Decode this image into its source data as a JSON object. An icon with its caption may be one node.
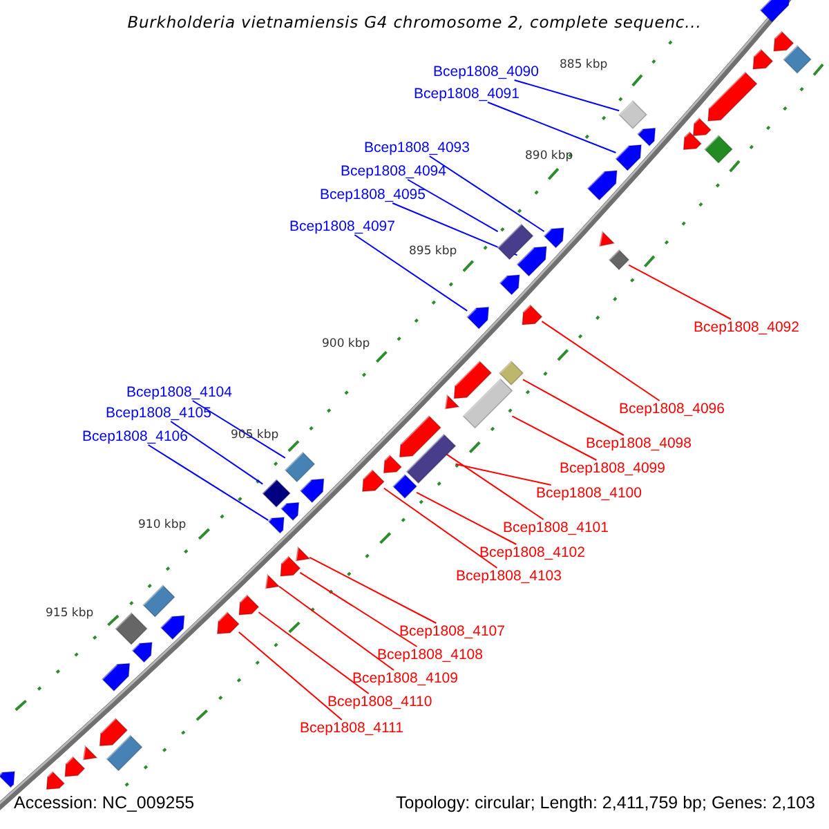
{
  "diagram": {
    "title": "Burkholderia vietnamiensis G4 chromosome 2, complete sequenc...",
    "nodes": [
      {
        "text": [
          "Bcep1808_4090"
        ]
      },
      {
        "text": [
          "Bcep1808_4091"
        ]
      },
      {
        "text": [
          "Bcep1808_4093"
        ]
      },
      {
        "text": [
          "Bcep1808_4094"
        ]
      },
      {
        "text": [
          "Bcep1808_4095"
        ]
      },
      {
        "text": [
          "Bcep1808_4097"
        ]
      },
      {
        "text": [
          "Bcep1808_4092"
        ]
      },
      {
        "text": [
          "Bcep1808_4096"
        ]
      },
      {
        "text": [
          "Bcep1808_4098"
        ]
      },
      {
        "text": [
          "Bcep1808_4099"
        ]
      },
      {
        "text": [
          "Bcep1808_4100"
        ]
      },
      {
        "text": [
          "Bcep1808_4101"
        ]
      },
      {
        "text": [
          "Bcep1808_4102"
        ]
      },
      {
        "text": [
          "Bcep1808_4103"
        ]
      },
      {
        "text": [
          "Bcep1808_4104"
        ]
      },
      {
        "text": [
          "Bcep1808_4105"
        ]
      },
      {
        "text": [
          "Bcep1808_4106"
        ]
      },
      {
        "text": [
          "Bcep1808_4107"
        ]
      },
      {
        "text": [
          "Bcep1808_4108"
        ]
      },
      {
        "text": [
          "Bcep1808_4109"
        ]
      },
      {
        "text": [
          "Bcep1808_4110"
        ]
      },
      {
        "text": [
          "Bcep1808_4111"
        ]
      },
      {
        "text": [],
        "shape": "pentagon"
      },
      {
        "text": [],
        "shape": "pentagon"
      },
      {
        "text": [],
        "shape": "diamond"
      },
      {
        "text": [],
        "shape": "pentagon"
      },
      {
        "text": [],
        "shape": "pentagon"
      },
      {
        "text": [],
        "shape": "diamond"
      },
      {
        "text": [],
        "shape": "pentagon"
      },
      {
        "text": [],
        "shape": "pentagon"
      },
      {
        "text": [],
        "shape": "pentagon"
      },
      {
        "text": [],
        "shape": "diamond"
      },
      {
        "text": [],
        "shape": "pentagon"
      },
      {
        "text": [],
        "shape": "pentagon"
      },
      {
        "text": [],
        "shape": "pentagon"
      },
      {
        "text": [],
        "shape": "bar"
      },
      {
        "text": [],
        "shape": "triangle"
      },
      {
        "text": [],
        "shape": "pentagon"
      },
      {
        "text": [],
        "shape": "diamond"
      },
      {
        "text": [],
        "shape": "pentagon"
      },
      {
        "text": [],
        "shape": "pentagon"
      },
      {
        "text": [],
        "shape": "pentagon"
      },
      {
        "text": [],
        "shape": "pentagon"
      },
      {
        "text": [],
        "shape": "diamond"
      },
      {
        "text": [],
        "shape": "bar"
      },
      {
        "text": [],
        "shape": "triangle"
      },
      {
        "text": [],
        "shape": "pentagon"
      },
      {
        "text": [],
        "shape": "bar"
      },
      {
        "text": [],
        "shape": "pentagon"
      },
      {
        "text": [],
        "shape": "bar"
      },
      {
        "text": [],
        "shape": "pentagon"
      },
      {
        "text": [],
        "shape": "diamond"
      },
      {
        "text": [],
        "shape": "pentagon"
      },
      {
        "text": [],
        "shape": "diamond"
      },
      {
        "text": [],
        "shape": "pentagon"
      },
      {
        "text": [],
        "shape": "pentagon"
      },
      {
        "text": [],
        "shape": "triangle"
      },
      {
        "text": [],
        "shape": "pentagon"
      },
      {
        "text": [],
        "shape": "triangle"
      },
      {
        "text": [],
        "shape": "pentagon"
      },
      {
        "text": [],
        "shape": "pentagon"
      },
      {
        "text": [],
        "shape": "bar"
      },
      {
        "text": [],
        "shape": "diamond"
      },
      {
        "text": [],
        "shape": "pentagon"
      },
      {
        "text": [],
        "shape": "pentagon"
      },
      {
        "text": [],
        "shape": "pentagon"
      },
      {
        "text": [],
        "shape": "pentagon"
      },
      {
        "text": [],
        "shape": "bar"
      },
      {
        "text": [],
        "shape": "triangle"
      },
      {
        "text": [],
        "shape": "pentagon"
      },
      {
        "text": [],
        "shape": "pentagon"
      },
      {
        "text": [],
        "shape": "pentagon"
      }
    ],
    "edges": [
      {
        "from": 0,
        "to": 27,
        "arrow": "none",
        "color": "#0000ff"
      },
      {
        "from": 1,
        "to": 32,
        "arrow": "none",
        "color": "#0000ff"
      },
      {
        "from": 2,
        "to": 34,
        "arrow": "none",
        "color": "#0000ff"
      },
      {
        "from": 3,
        "to": 35,
        "arrow": "none",
        "color": "#0000ff"
      },
      {
        "from": 4,
        "to": 37,
        "arrow": "none",
        "color": "#0000ff"
      },
      {
        "from": 5,
        "to": 40,
        "arrow": "none",
        "color": "#0000ff"
      },
      {
        "from": 6,
        "to": 38,
        "arrow": "none"
      },
      {
        "from": 7,
        "to": 41,
        "arrow": "none"
      },
      {
        "from": 8,
        "to": 43,
        "arrow": "none"
      },
      {
        "from": 9,
        "to": 44,
        "arrow": "none"
      },
      {
        "from": 10,
        "to": 47,
        "arrow": "none"
      },
      {
        "from": 11,
        "to": 46,
        "arrow": "none"
      },
      {
        "from": 12,
        "to": 51,
        "arrow": "none"
      },
      {
        "from": 13,
        "to": 50,
        "arrow": "none"
      },
      {
        "from": 14,
        "to": 49,
        "arrow": "none",
        "color": "#0000ff"
      },
      {
        "from": 15,
        "to": 53,
        "arrow": "none",
        "color": "#0000ff"
      },
      {
        "from": 16,
        "to": 55,
        "arrow": "none",
        "color": "#0000ff"
      },
      {
        "from": 17,
        "to": 56,
        "arrow": "none"
      },
      {
        "from": 18,
        "to": 57,
        "arrow": "none"
      },
      {
        "from": 19,
        "to": 58,
        "arrow": "none"
      },
      {
        "from": 20,
        "to": 59,
        "arrow": "none"
      },
      {
        "from": 21,
        "to": 60,
        "arrow": "none"
      }
    ],
    "labels": [
      "885 kbp",
      "890 kbp",
      "895 kbp",
      "900 kbp",
      "905 kbp",
      "910 kbp",
      "915 kbp",
      "Accession: NC_009255",
      "Topology: circular; Length: 2,411,759 bp; Genes: 2,103"
    ]
  }
}
